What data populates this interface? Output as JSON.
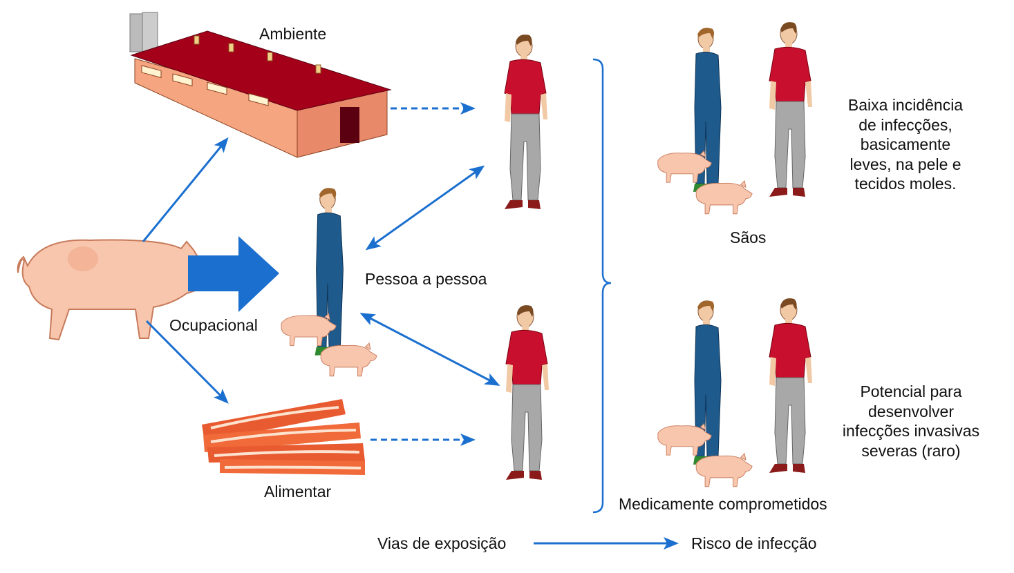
{
  "colors": {
    "arrow": "#1b6fcf",
    "shirt": "#c8102e",
    "overall": "#1f5a8c",
    "pig": "#f7c6ad",
    "roof": "#a5001a",
    "barn_wall": "#f5a57f"
  },
  "sources": {
    "environment": "Ambiente",
    "occupational": "Ocupacional",
    "food": "Alimentar",
    "person_to_person": "Pessoa a pessoa"
  },
  "groups": {
    "healthy": {
      "label": "Sãos",
      "description": [
        "Baixa incidência",
        "de infecções,",
        "basicamente",
        "leves, na pele e",
        "tecidos moles."
      ]
    },
    "compromised": {
      "label": "Medicamente comprometidos",
      "description": [
        "Potencial para",
        "desenvolver",
        "infecções invasivas",
        "severas (raro)"
      ]
    }
  },
  "footer": {
    "exposure_routes": "Vias de exposição",
    "infection_risk": "Risco de infecção"
  }
}
